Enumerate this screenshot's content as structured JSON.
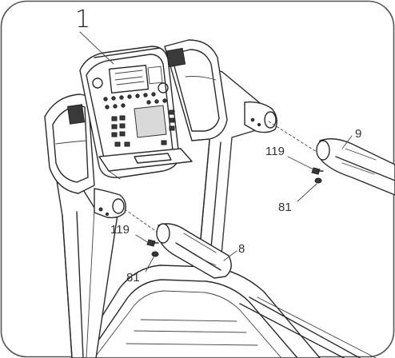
{
  "diagram": {
    "callouts": {
      "console": "1",
      "right_handrail": "9",
      "left_handrail": "8",
      "bolt_right": "119",
      "washer_right": "81",
      "bolt_left": "119",
      "washer_left": "81"
    }
  }
}
